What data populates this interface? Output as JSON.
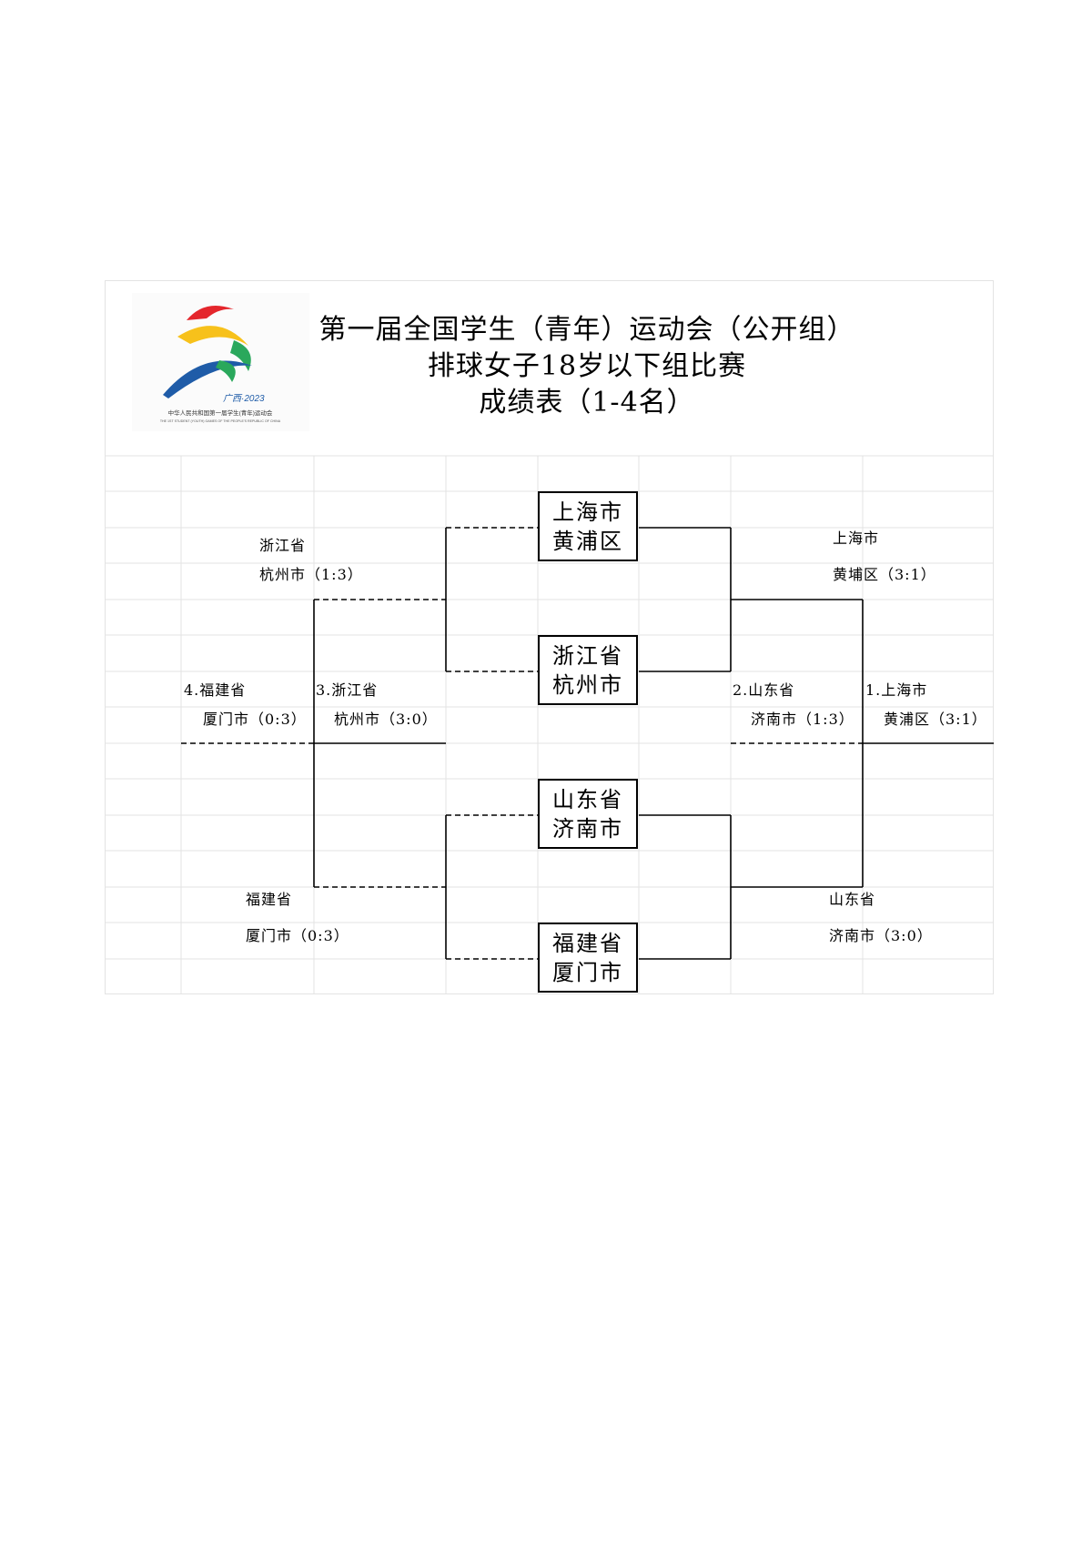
{
  "title": {
    "line1": "第一届全国学生（青年）运动会（公开组）",
    "line2": "排球女子18岁以下组比赛",
    "line3": "成绩表（1-4名）"
  },
  "logo": {
    "year_text": "广西·2023",
    "cn_text": "中华人民共和国第一届学生(青年)运动会",
    "en_text": "THE 1ST STUDENT (YOUTH) GAMES OF THE PEOPLE'S REPUBLIC OF CHINA",
    "colors": {
      "red": "#e4262c",
      "yellow": "#f7c11b",
      "blue": "#1f5ca8",
      "green": "#2aa85c"
    }
  },
  "teams": {
    "shanghai": {
      "line1": "上海市",
      "line2": "黄浦区"
    },
    "zhejiang": {
      "line1": "浙江省",
      "line2": "杭州市"
    },
    "shandong": {
      "line1": "山东省",
      "line2": "济南市"
    },
    "fujian": {
      "line1": "福建省",
      "line2": "厦门市"
    }
  },
  "semifinal_labels": {
    "zhejiang_l1": "浙江省",
    "zhejiang_l2": "杭州市（1:3）",
    "fujian_l1": "福建省",
    "fujian_l2": "厦门市（0:3）",
    "shanghai_l1": "上海市",
    "shanghai_l2": "黄埔区（3:1）",
    "shandong_l1": "山东省",
    "shandong_l2": "济南市（3:0）"
  },
  "placings": {
    "fourth_l1": "4.福建省",
    "fourth_l2": "厦门市（0:3）",
    "third_l1": "3.浙江省",
    "third_l2": "杭州市（3:0）",
    "second_l1": "2.山东省",
    "second_l2": "济南市（1:3）",
    "first_l1": "1.上海市",
    "first_l2": "黄浦区（3:1）"
  }
}
